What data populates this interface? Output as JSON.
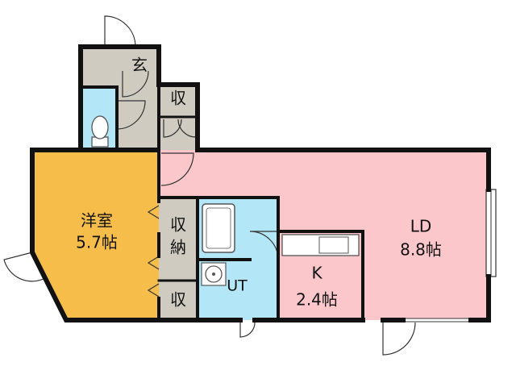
{
  "rooms": {
    "genkan": {
      "label": "玄",
      "color": "#cfcbc0"
    },
    "storage_top": {
      "label": "収",
      "color": "#cfcbc0"
    },
    "toilet": {
      "color": "#b3e6f7"
    },
    "western_room": {
      "name": "洋室",
      "size": "5.7帖",
      "color": "#f7bd4a"
    },
    "closet": {
      "line1": "収",
      "line2": "納",
      "color": "#cfcbc0"
    },
    "storage_small": {
      "label": "収",
      "color": "#cfcbc0"
    },
    "bath": {
      "color": "#b3e6f7"
    },
    "utility": {
      "label": "UT",
      "color": "#b3e6f7"
    },
    "kitchen": {
      "name": "K",
      "size": "2.4帖",
      "color": "#fbc7cb"
    },
    "living_dining": {
      "name": "LD",
      "size": "8.8帖",
      "color": "#fbc7cb"
    }
  },
  "colors": {
    "wall": "#111111",
    "fixture": "#ffffff"
  }
}
